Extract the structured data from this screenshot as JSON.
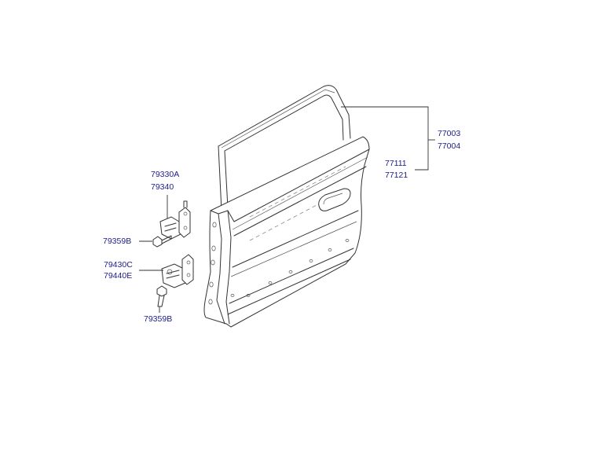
{
  "labels": {
    "door_assembly_a": "77003",
    "door_assembly_b": "77004",
    "door_panel_a": "77111",
    "door_panel_b": "77121",
    "upper_hinge_a": "79330A",
    "upper_hinge_b": "79340",
    "upper_bolt": "79359B",
    "lower_hinge_a": "79430C",
    "lower_hinge_b": "79440E",
    "lower_bolt": "79359B"
  },
  "colors": {
    "label_text": "#1c1c8a",
    "line_art": "#333333",
    "background": "#ffffff"
  }
}
